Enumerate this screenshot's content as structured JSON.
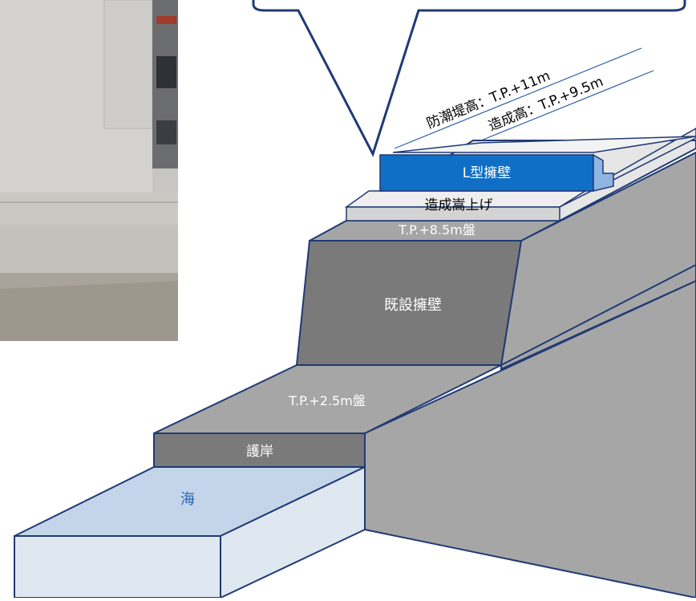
{
  "labels": {
    "l_wall": "L型擁壁",
    "raise": "造成嵩上げ",
    "tp85": "T.P.+8.5m盤",
    "existing_wall": "既設擁壁",
    "tp25": "T.P.+2.5m盤",
    "revetment": "護岸",
    "sea": "海",
    "seawall_height": "防潮堤高：T.P.+11m",
    "ground_height": "造成高：T.P.+9.5m"
  },
  "colors": {
    "l_wall": "#0f6fc6",
    "sea_top": "#c4d5ea",
    "sea_front": "#dfe7f1",
    "outline": "#203a74",
    "slope_gray": "#a6a6a6",
    "dark_gray": "#7a7a7a",
    "medium_gray": "#8c8c8c",
    "light_gray": "#dadada",
    "sea_text": "#1f63b0"
  }
}
